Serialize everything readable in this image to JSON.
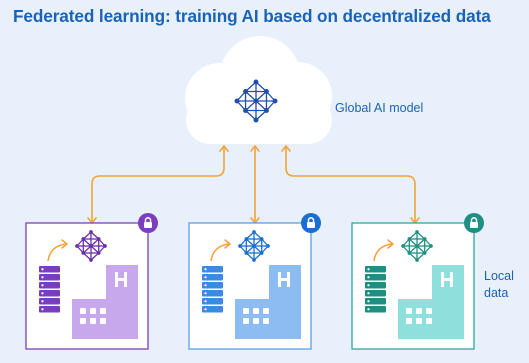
{
  "title": "Federated learning: training AI based on decentralized data",
  "global_model": {
    "label": "Global AI model",
    "cloud_color": "#ffffff",
    "network_color": "#1f4fa8"
  },
  "local_data": {
    "label_line1": "Local",
    "label_line2": "data"
  },
  "colors": {
    "background": "#e7f0fb",
    "title": "#1a63b6",
    "arrows": "#f3a33a",
    "card_border_purple": "#7c3ebd",
    "card_border_blue": "#5ba0e6",
    "card_border_teal": "#2ea89a"
  },
  "nodes": [
    {
      "id": "hospital-1",
      "accent": "#6a2fa8",
      "server": "#7a3fb8",
      "building": "#c7a8ec",
      "lock": "#7c3ebd",
      "network": "#6a2fa8"
    },
    {
      "id": "hospital-2",
      "accent": "#1a6fd1",
      "server": "#3a8be0",
      "building": "#8cbcf2",
      "lock": "#1a6fd1",
      "network": "#1a6fd1"
    },
    {
      "id": "hospital-3",
      "accent": "#1f8f84",
      "server": "#1f8f84",
      "building": "#8ee0dc",
      "lock": "#1f8f84",
      "network": "#1f8f84"
    }
  ]
}
